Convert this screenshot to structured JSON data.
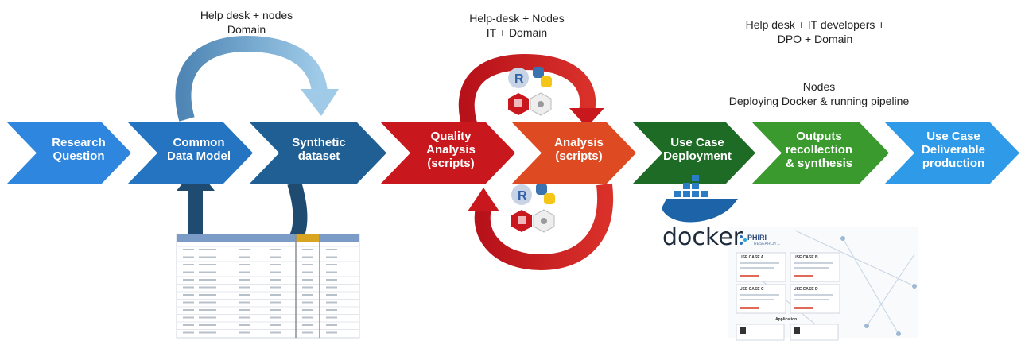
{
  "labels": {
    "help_desk_nodes": [
      "Help desk + nodes",
      "Domain"
    ],
    "help_desk_it": [
      "Help-desk + Nodes",
      "IT + Domain"
    ],
    "help_desk_dpo": [
      "Help desk + IT developers +",
      "DPO + Domain"
    ],
    "nodes_docker": [
      "Nodes",
      "Deploying Docker & running pipeline"
    ]
  },
  "steps": [
    {
      "lines": [
        "Research",
        "Question"
      ],
      "color": "#2e86de"
    },
    {
      "lines": [
        "Common",
        "Data Model"
      ],
      "color": "#2574c2"
    },
    {
      "lines": [
        "Synthetic",
        "dataset"
      ],
      "color": "#1f5f94"
    },
    {
      "lines": [
        "Quality",
        "Analysis",
        "(scripts)"
      ],
      "color": "#c8171d"
    },
    {
      "lines": [
        "Analysis",
        "(scripts)"
      ],
      "color": "#de4a22"
    },
    {
      "lines": [
        "Use Case",
        "Deployment"
      ],
      "color": "#1e6b26"
    },
    {
      "lines": [
        "Outputs",
        "recollection",
        "& synthesis"
      ],
      "color": "#3b9a2e"
    },
    {
      "lines": [
        "Use Case",
        "Deliverable",
        "production"
      ],
      "color": "#2f9be8"
    }
  ],
  "icons": [
    "r-logo-icon",
    "python-logo-icon",
    "rmarkdown-logo-icon",
    "knitr-logo-icon"
  ],
  "docker": {
    "word": "docker"
  },
  "phiri": {
    "name": "PHIRI",
    "sub": "RESEARCH ..."
  },
  "use_cases": [
    "USE CASE A",
    "USE CASE B",
    "USE CASE C",
    "USE CASE D"
  ],
  "app_label": "Application"
}
